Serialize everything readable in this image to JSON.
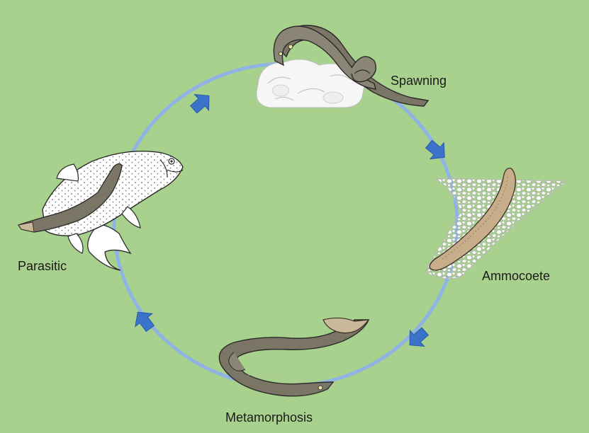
{
  "diagram": {
    "stages": [
      {
        "label": "Spawning",
        "icon": "spawning-lamprey-pair-icon"
      },
      {
        "label": "Ammocoete",
        "icon": "ammocoete-larva-icon"
      },
      {
        "label": "Metamorphosis",
        "icon": "metamorphosing-lamprey-icon"
      },
      {
        "label": "Parasitic",
        "icon": "parasitic-lamprey-on-trout-icon"
      }
    ],
    "colors": {
      "background": "#a9d18e",
      "cycle_ring": "#8fb4e3",
      "arrow": "#3a73c9",
      "lamprey_adult": "#7a7565",
      "ammocoete": "#c8ad8a",
      "gravel": "#f3f3f3"
    }
  }
}
